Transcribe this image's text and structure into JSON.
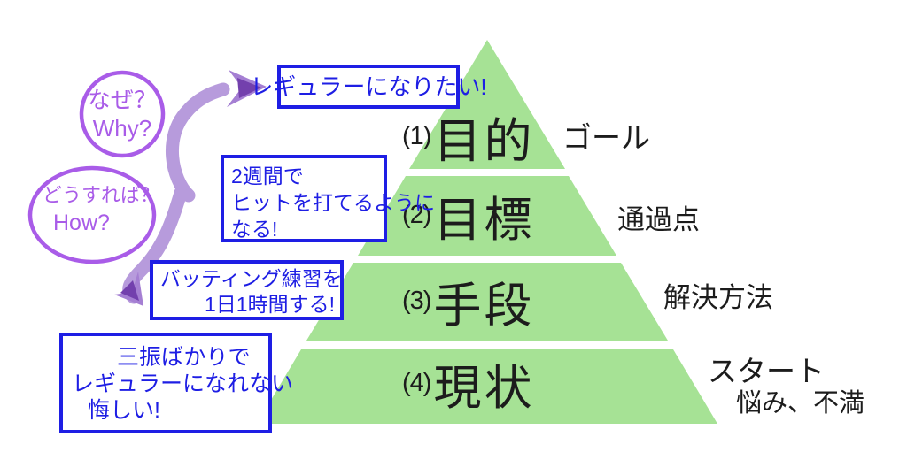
{
  "colors": {
    "pyramid_green": "#a6e295",
    "ink_blue": "#1e1ee4",
    "bubble_purple": "#a95ce8",
    "arrow_body": "#b79bdc",
    "arrow_head": "#a57fd3",
    "arrow_head_dark": "#7340ad",
    "text_black": "#1c1c1c"
  },
  "pyramid": {
    "tiers": [
      {
        "number": "(1)",
        "label": "目的",
        "side_label": "ゴール"
      },
      {
        "number": "(2)",
        "label": "目標",
        "side_label": "通過点"
      },
      {
        "number": "(3)",
        "label": "手段",
        "side_label": "解決方法"
      },
      {
        "number": "(4)",
        "label": "現状",
        "side_label": "スタート",
        "side_label_2": "悩み、不満"
      }
    ]
  },
  "bubbles": [
    {
      "line1": "なぜ？",
      "line2": "Why?"
    },
    {
      "line1": "どうすれば？",
      "line2": "How?"
    }
  ],
  "notes": [
    {
      "lines": [
        "レギュラーになりたい!"
      ]
    },
    {
      "lines": [
        "2週間で",
        "ヒットを打てるように",
        "なる!"
      ]
    },
    {
      "lines": [
        "バッティング練習を",
        "1日1時間する!"
      ]
    },
    {
      "lines": [
        "三振ばかりで",
        "レギュラーになれない",
        "悔しい!"
      ]
    }
  ]
}
